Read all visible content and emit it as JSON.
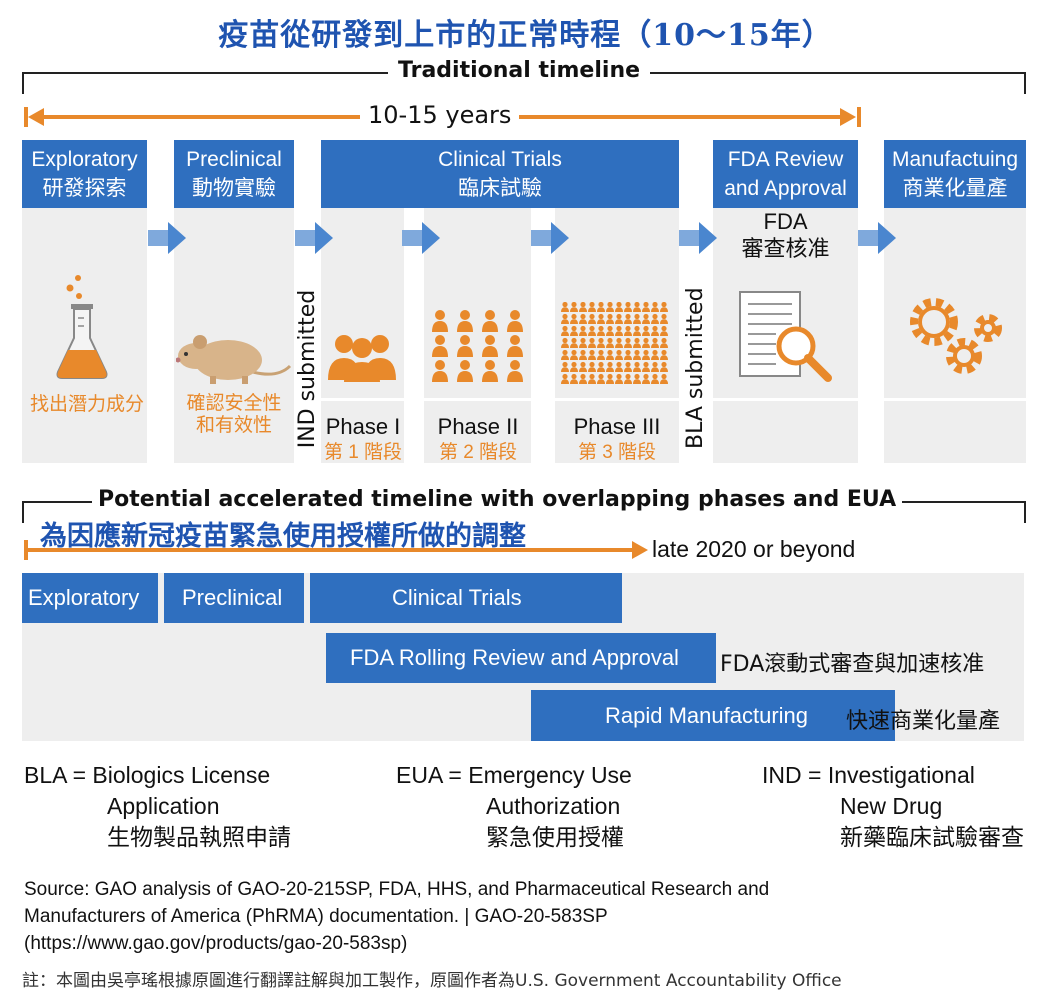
{
  "title": "疫苗從研發到上市的正常時程（10～15年）",
  "traditional": {
    "label": "Traditional timeline",
    "span_label": "10-15 years",
    "stages": [
      {
        "en": "Exploratory",
        "zh": "研發探索",
        "note": "找出潛力成分"
      },
      {
        "en": "Preclinical",
        "zh": "動物實驗",
        "note_line1": "確認安全性",
        "note_line2": "和有效性"
      },
      {
        "en": "Clinical Trials",
        "zh": "臨床試驗"
      },
      {
        "en_line1": "FDA Review",
        "en_line2": "and Approval",
        "sub_line1": "FDA",
        "sub_line2": "審查核准"
      },
      {
        "en": "Manufactuing",
        "zh": "商業化量產"
      }
    ],
    "ind_submitted": "IND submitted",
    "bla_submitted": "BLA submitted",
    "phases": [
      {
        "en": "Phase I",
        "zh": "第 1 階段"
      },
      {
        "en": "Phase II",
        "zh": "第 2 階段"
      },
      {
        "en": "Phase III",
        "zh": "第 3 階段"
      }
    ]
  },
  "accelerated": {
    "label": "Potential accelerated timeline with overlapping phases and EUA",
    "subtitle_zh": "為因應新冠疫苗緊急使用授權所做的調整",
    "end_label": "late 2020 or beyond",
    "bars": {
      "exploratory": "Exploratory",
      "preclinical": "Preclinical",
      "clinical": "Clinical Trials",
      "rolling": "FDA Rolling Review and Approval",
      "rolling_zh": "FDA滾動式審查與加速核准",
      "rapid": "Rapid Manufacturing",
      "rapid_zh": "快速商業化量產"
    }
  },
  "definitions": [
    {
      "line1": "BLA = Biologics License",
      "line2": "Application",
      "zh": "生物製品執照申請"
    },
    {
      "line1": "EUA = Emergency Use",
      "line2": "Authorization",
      "zh": "緊急使用授權"
    },
    {
      "line1": "IND = Investigational",
      "line2": "New Drug",
      "zh": "新藥臨床試驗審查"
    }
  ],
  "source": {
    "line1": "Source: GAO analysis of GAO-20-215SP, FDA, HHS, and Pharmaceutical Research and",
    "line2": "Manufacturers of America (PhRMA) documentation.  |  GAO-20-583SP",
    "line3": "(https://www.gao.gov/products/gao-20-583sp)",
    "note": "註：本圖由吳亭瑤根據原圖進行翻譯註解與加工製作，原圖作者為U.S. Government Accountability Office"
  },
  "colors": {
    "blue": "#2f6fbf",
    "orange": "#e8892b",
    "title_blue": "#1f54b0",
    "panel_gray": "#eeeeee"
  }
}
